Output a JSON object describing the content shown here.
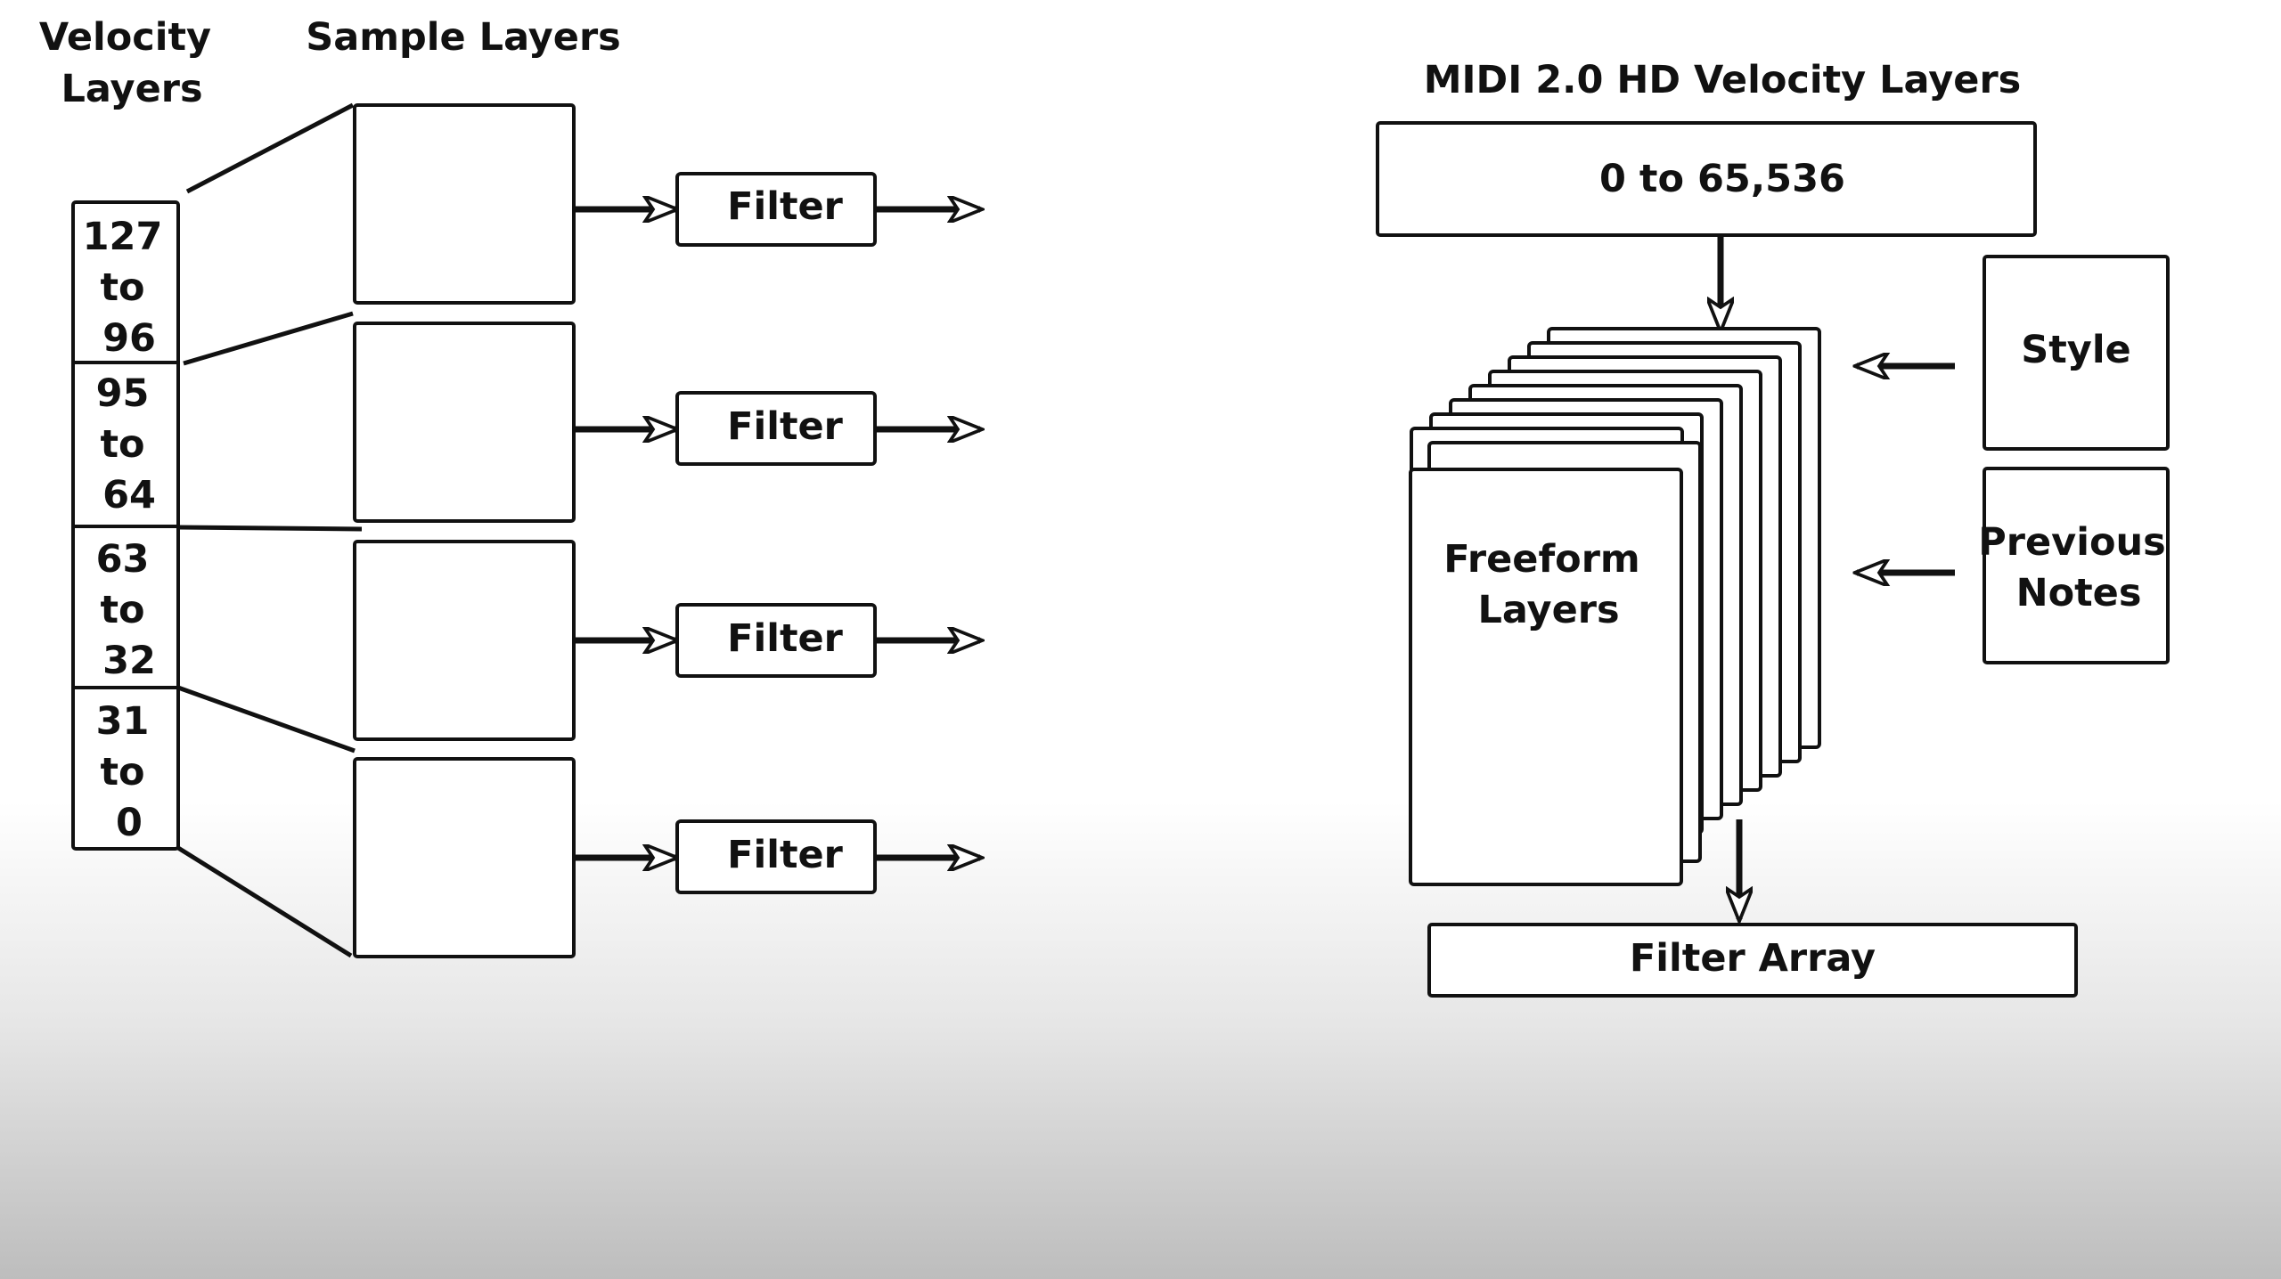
{
  "left_diagram": {
    "heading_velocity": [
      "Velocity",
      "Layers"
    ],
    "heading_samples": "Sample Layers",
    "velocity_ranges": [
      [
        "127",
        "to",
        "96"
      ],
      [
        "95",
        "to",
        "64"
      ],
      [
        "63",
        "to",
        "32"
      ],
      [
        "31",
        "to",
        "0"
      ]
    ],
    "filter_label": "Filter"
  },
  "right_diagram": {
    "title": "MIDI 2.0 HD Velocity Layers",
    "range_box": "0 to 65,536",
    "layers_label": [
      "Freeform",
      "Layers"
    ],
    "style_label": "Style",
    "previous_notes_label": [
      "Previous",
      "Notes"
    ],
    "filter_array_label": "Filter Array"
  }
}
